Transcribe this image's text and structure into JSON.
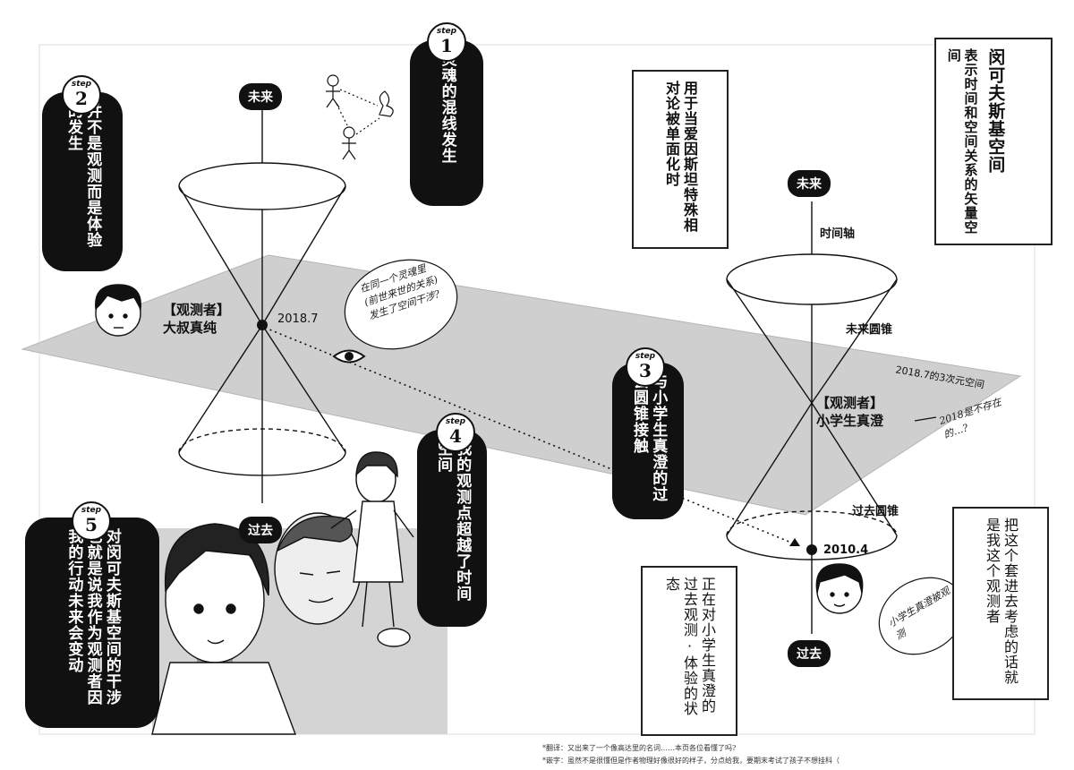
{
  "colors": {
    "ink": "#111111",
    "plane": "#cfcfcf",
    "paper": "#ffffff"
  },
  "steps": [
    {
      "word": "step",
      "num": "1",
      "text": "灵魂的混线发生"
    },
    {
      "word": "step",
      "num": "2",
      "text": "并不是观测而是体验的发生"
    },
    {
      "word": "step",
      "num": "3",
      "text": "与小学生真澄的过去圆锥接触"
    },
    {
      "word": "step",
      "num": "4",
      "text": "我的观测点超越了时间空间"
    },
    {
      "word": "step",
      "num": "5",
      "text": "对闵可夫斯基空间的干涉也就是说我作为观测者因我的行动未来会变动"
    }
  ],
  "boxes": {
    "title": "闵可夫斯基空间",
    "desc": "表示时间和空间关系的矢量空间",
    "relativity": "用于当爱因斯坦特殊相对论被单面化时",
    "state": "正在对小学生真澄的过去观测·体验的状态",
    "conclusion": "把这个套进去考虑的话就是我这个观测者"
  },
  "left_diagram": {
    "future": "未来",
    "past": "过去",
    "date": "2018.7",
    "observer_tag": "【观测者】",
    "observer_name": "大叔真纯"
  },
  "right_diagram": {
    "future": "未来",
    "past": "过去",
    "time_axis": "时间轴",
    "future_cone": "未来圆锥",
    "past_cone": "过去圆锥",
    "date": "2010.4",
    "observer_tag": "【观测者】",
    "observer_name": "小学生真澄"
  },
  "plane_label": "2018.7的3次元空间",
  "handwriting": {
    "note1": "在同一个灵魂里(前世来世的关系)发生了空间干涉?",
    "note2": "2018是不存在的…?",
    "note3": "小学生真澄被观测"
  },
  "footnotes": {
    "line1": "*翻译：又出来了一个像高达里的名词……本页各位看懂了吗?",
    "line2": "*嵌字：虽然不是很懂但是作者物理好像很好的样子，分点给我，要期末考试了孩子不想挂科（"
  }
}
